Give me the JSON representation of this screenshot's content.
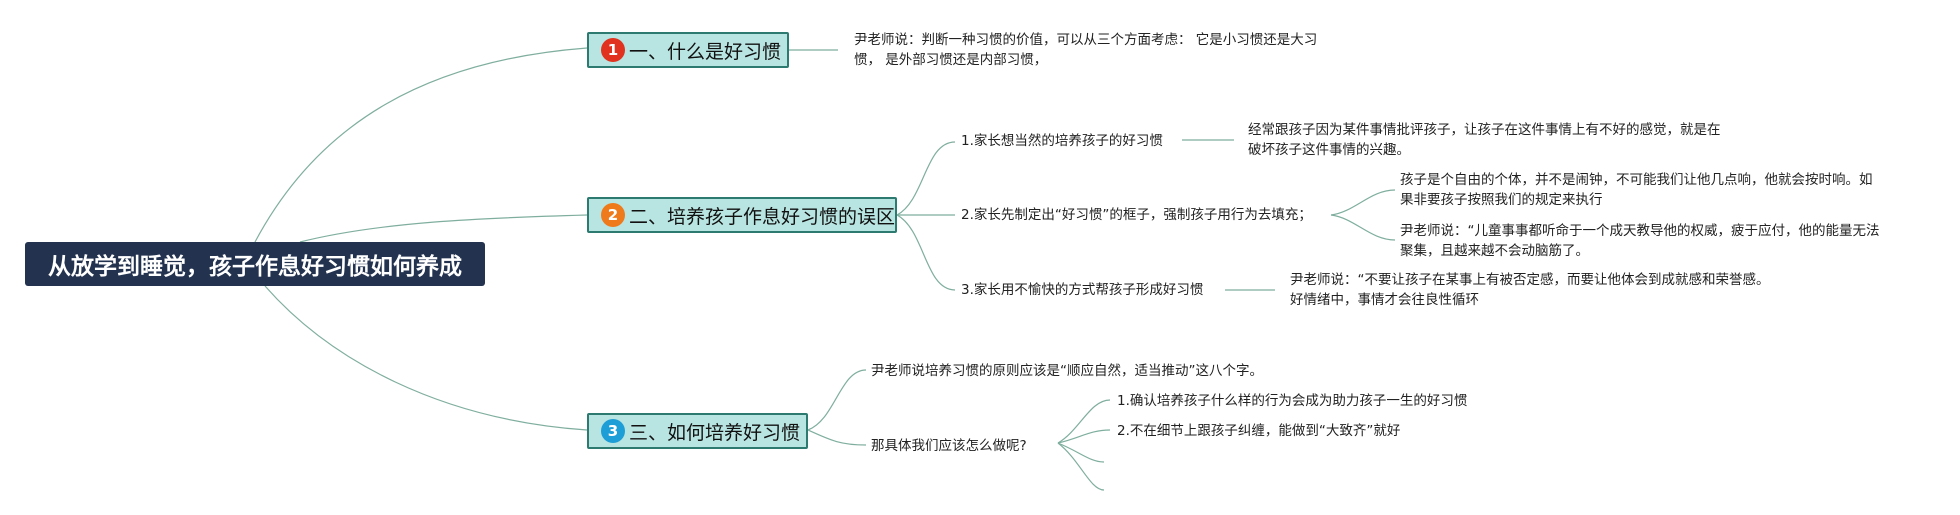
{
  "root": {
    "title": "从放学到睡觉，孩子作息好习惯如何养成"
  },
  "colors": {
    "root_bg": "#22324f",
    "branch_bg": "#b8e4e1",
    "branch_border": "#2d7a71",
    "line": "#7fae9f",
    "badge_1": "#e0321e",
    "badge_2": "#ef7a1c",
    "badge_3": "#1e9ed6"
  },
  "branch1": {
    "badge": "1",
    "label": "一、什么是好习惯",
    "note": {
      "line1": "尹老师说：判断一种习惯的价值，可以从三个方面考虑：  它是小习惯还是大习",
      "line2": "惯，  是外部习惯还是内部习惯，"
    }
  },
  "branch2": {
    "badge": "2",
    "label": "二、培养孩子作息好习惯的误区",
    "sub1": {
      "label": "1.家长想当然的培养孩子的好习惯",
      "note": {
        "line1": "经常跟孩子因为某件事情批评孩子，让孩子在这件事情上有不好的感觉，就是在",
        "line2": "破坏孩子这件事情的兴趣。"
      }
    },
    "sub2": {
      "label": "2.家长先制定出“好习惯”的框子，强制孩子用行为去填充；",
      "note_a": {
        "line1": "孩子是个自由的个体，并不是闹钟，不可能我们让他几点响，他就会按时响。如",
        "line2": "果非要孩子按照我们的规定来执行"
      },
      "note_b": {
        "line1": "尹老师说：“儿童事事都听命于一个成天教导他的权威，疲于应付，他的能量无法",
        "line2": "聚集，且越来越不会动脑筋了。"
      }
    },
    "sub3": {
      "label": "3.家长用不愉快的方式帮孩子形成好习惯",
      "note": {
        "line1": "尹老师说：“不要让孩子在某事上有被否定感，而要让他体会到成就感和荣誉感。",
        "line2": "好情绪中，事情才会往良性循环"
      }
    }
  },
  "branch3": {
    "badge": "3",
    "label": "三、如何培养好习惯",
    "sub1": {
      "label": "尹老师说培养习惯的原则应该是“顺应自然，适当推动”这八个字。"
    },
    "sub2": {
      "label": "那具体我们应该怎么做呢?",
      "items": [
        "1.确认培养孩子什么样的行为会成为助力孩子一生的好习惯",
        "2.不在细节上跟孩子纠缠，能做到“大致齐”就好"
      ]
    }
  }
}
